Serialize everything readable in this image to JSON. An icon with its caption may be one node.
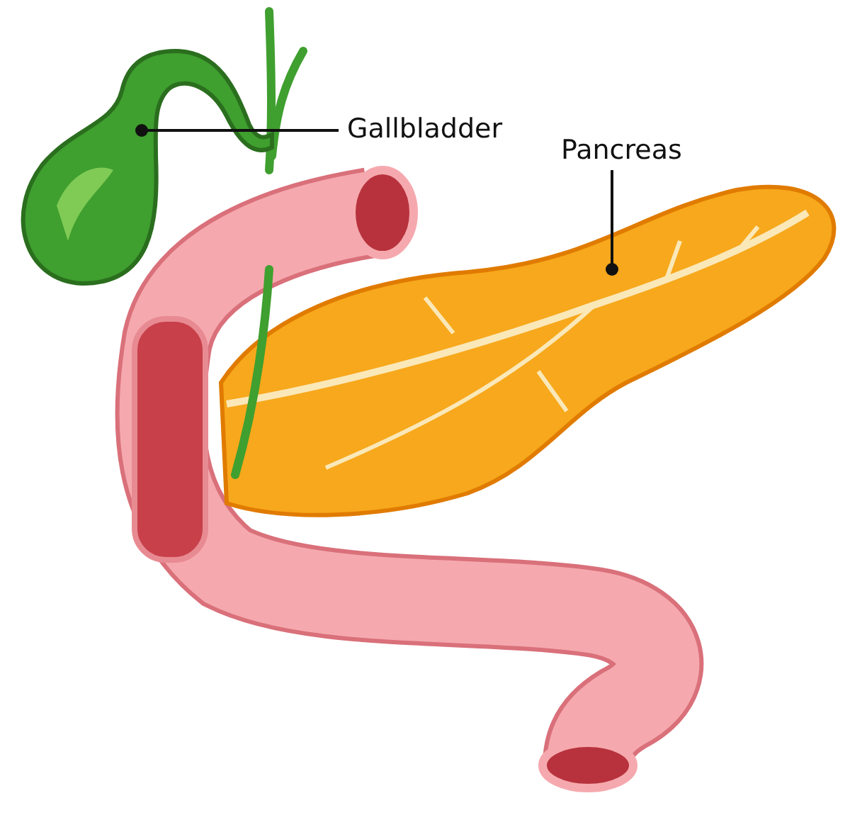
{
  "diagram": {
    "nodes": [
      {
        "text": [
          "Gallbladder"
        ]
      },
      {
        "text": [],
        "shape": "picture"
      },
      {
        "text": [
          "Pancreas"
        ]
      },
      {
        "text": [],
        "shape": "picture"
      }
    ],
    "edges": [
      {
        "from": 0,
        "to": 1,
        "arrow": "other"
      },
      {
        "from": 2,
        "to": 3,
        "arrow": "other"
      }
    ]
  }
}
